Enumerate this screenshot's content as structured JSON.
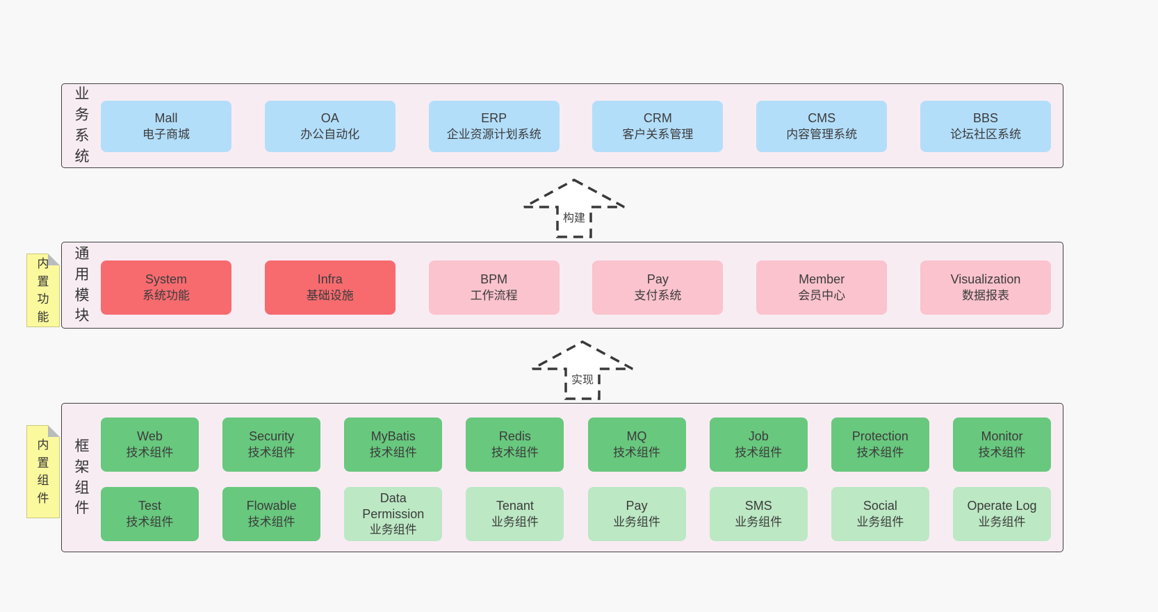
{
  "diagram": {
    "bands": {
      "business": {
        "label": "业务系统",
        "boxes": [
          {
            "title": "Mall",
            "subtitle": "电子商城"
          },
          {
            "title": "OA",
            "subtitle": "办公自动化"
          },
          {
            "title": "ERP",
            "subtitle": "企业资源计划系统"
          },
          {
            "title": "CRM",
            "subtitle": "客户关系管理"
          },
          {
            "title": "CMS",
            "subtitle": "内容管理系统"
          },
          {
            "title": "BBS",
            "subtitle": "论坛社区系统"
          }
        ]
      },
      "modules": {
        "label": "通用模块",
        "note": "内置功能",
        "boxes": [
          {
            "title": "System",
            "subtitle": "系统功能",
            "variant": "red"
          },
          {
            "title": "Infra",
            "subtitle": "基础设施",
            "variant": "red"
          },
          {
            "title": "BPM",
            "subtitle": "工作流程",
            "variant": "pink"
          },
          {
            "title": "Pay",
            "subtitle": "支付系统",
            "variant": "pink"
          },
          {
            "title": "Member",
            "subtitle": "会员中心",
            "variant": "pink"
          },
          {
            "title": "Visualization",
            "subtitle": "数据报表",
            "variant": "pink"
          }
        ]
      },
      "components": {
        "label": "框架组件",
        "note": "内置组件",
        "row1": [
          {
            "title": "Web",
            "subtitle": "技术组件",
            "variant": "green"
          },
          {
            "title": "Security",
            "subtitle": "技术组件",
            "variant": "green"
          },
          {
            "title": "MyBatis",
            "subtitle": "技术组件",
            "variant": "green"
          },
          {
            "title": "Redis",
            "subtitle": "技术组件",
            "variant": "green"
          },
          {
            "title": "MQ",
            "subtitle": "技术组件",
            "variant": "green"
          },
          {
            "title": "Job",
            "subtitle": "技术组件",
            "variant": "green"
          },
          {
            "title": "Protection",
            "subtitle": "技术组件",
            "variant": "green"
          },
          {
            "title": "Monitor",
            "subtitle": "技术组件",
            "variant": "green"
          }
        ],
        "row2": [
          {
            "title": "Test",
            "subtitle": "技术组件",
            "variant": "green"
          },
          {
            "title": "Flowable",
            "subtitle": "技术组件",
            "variant": "green"
          },
          {
            "title": "Data Permission",
            "subtitle": "业务组件",
            "variant": "light-green"
          },
          {
            "title": "Tenant",
            "subtitle": "业务组件",
            "variant": "light-green"
          },
          {
            "title": "Pay",
            "subtitle": "业务组件",
            "variant": "light-green"
          },
          {
            "title": "SMS",
            "subtitle": "业务组件",
            "variant": "light-green"
          },
          {
            "title": "Social",
            "subtitle": "业务组件",
            "variant": "light-green"
          },
          {
            "title": "Operate Log",
            "subtitle": "业务组件",
            "variant": "light-green"
          }
        ]
      }
    },
    "arrows": [
      {
        "label": "构建"
      },
      {
        "label": "实现"
      }
    ],
    "colors": {
      "page_bg": "#f8f8f8",
      "band_bg": "#f8ecf3",
      "band_border": "#404040",
      "blue_box": "#b3defa",
      "red_box": "#f76b6f",
      "pink_box": "#fac3cd",
      "green_box": "#68c87e",
      "light_green_box": "#bce8c4",
      "note_yellow": "#fbf99e",
      "note_fold_gray": "#b9bcbe",
      "text": "#3b3b3b"
    }
  }
}
